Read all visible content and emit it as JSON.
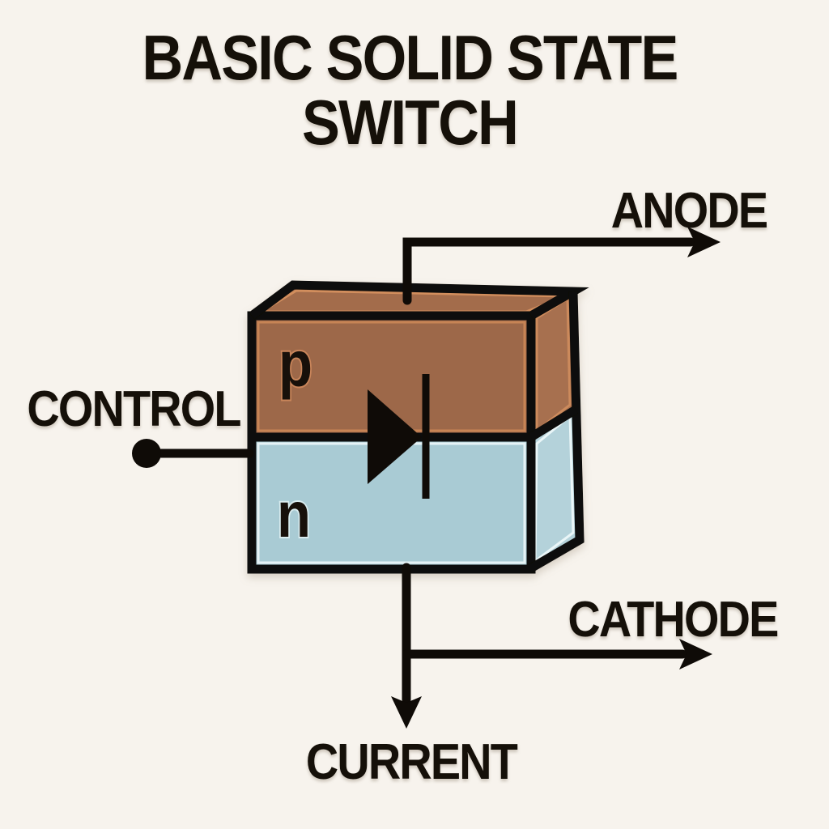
{
  "title": {
    "line1": "BASIC SOLID STATE",
    "line2": "SWITCH"
  },
  "terminal_labels": {
    "anode": "ANODE",
    "control": "CONTROL",
    "cathode": "CATHODE",
    "current": "CURRENT"
  },
  "region_labels": {
    "p": "p",
    "n": "n"
  },
  "colors": {
    "background": "#f7f3ed",
    "ink": "#0f0b07",
    "p_region_front": "#9d6749",
    "p_region_top": "#a36c4c",
    "p_region_side": "#a7704f",
    "n_region_front": "#a9cbd4",
    "n_region_side": "#b4d2da"
  }
}
